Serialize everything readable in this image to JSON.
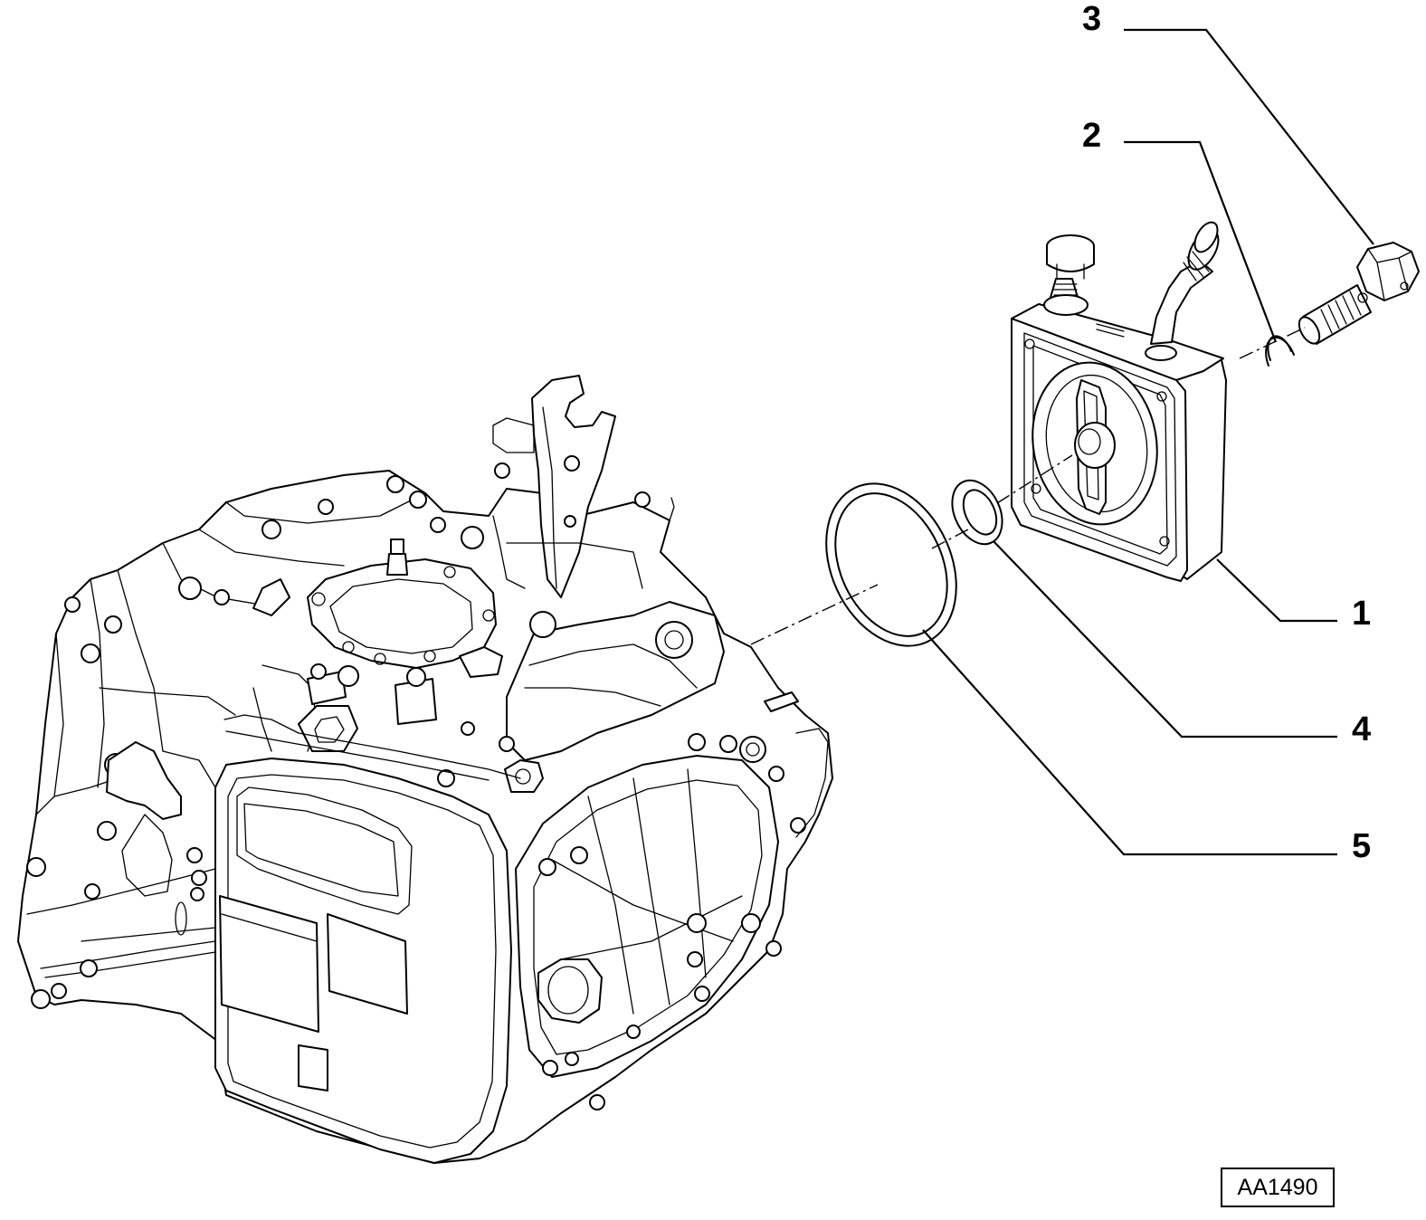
{
  "callouts": [
    {
      "id": "1",
      "label": "1"
    },
    {
      "id": "2",
      "label": "2"
    },
    {
      "id": "3",
      "label": "3"
    },
    {
      "id": "4",
      "label": "4"
    },
    {
      "id": "5",
      "label": "5"
    }
  ],
  "diagram_ref": "AA1490",
  "parts": [
    {
      "callout": "1",
      "icon": "oil-cooler-icon"
    },
    {
      "callout": "2",
      "icon": "snap-ring-icon"
    },
    {
      "callout": "3",
      "icon": "banjo-bolt-icon"
    },
    {
      "callout": "4",
      "icon": "seal-ring-icon"
    },
    {
      "callout": "5",
      "icon": "o-ring-gasket-icon"
    }
  ],
  "assembly": {
    "icon": "transmission-housing-icon"
  },
  "colors": {
    "line": "#000000",
    "background": "#ffffff"
  }
}
